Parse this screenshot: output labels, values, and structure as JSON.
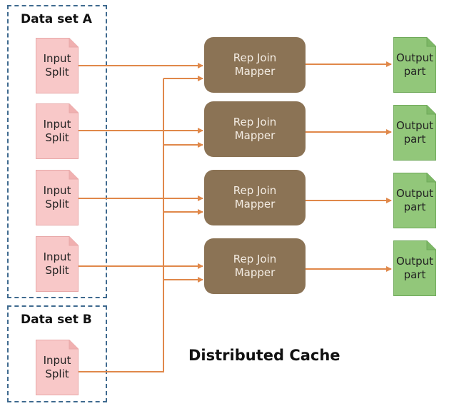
{
  "colors": {
    "group_border": "#3f6a8f",
    "input_fill": "#f8c8c8",
    "input_stroke": "#e8a8a8",
    "mapper_fill": "#8b7355",
    "mapper_text": "#f4ede4",
    "output_fill": "#92c77a",
    "output_stroke": "#6fa95a",
    "arrow": "#e0884a"
  },
  "dataset_a": {
    "title": "Data set A",
    "splits": [
      {
        "line1": "Input",
        "line2": "Split"
      },
      {
        "line1": "Input",
        "line2": "Split"
      },
      {
        "line1": "Input",
        "line2": "Split"
      },
      {
        "line1": "Input",
        "line2": "Split"
      }
    ]
  },
  "dataset_b": {
    "title": "Data set B",
    "splits": [
      {
        "line1": "Input",
        "line2": "Split"
      }
    ]
  },
  "mappers": [
    {
      "line1": "Rep Join",
      "line2": "Mapper"
    },
    {
      "line1": "Rep Join",
      "line2": "Mapper"
    },
    {
      "line1": "Rep Join",
      "line2": "Mapper"
    },
    {
      "line1": "Rep Join",
      "line2": "Mapper"
    }
  ],
  "outputs": [
    {
      "line1": "Output",
      "line2": "part"
    },
    {
      "line1": "Output",
      "line2": "part"
    },
    {
      "line1": "Output",
      "line2": "part"
    },
    {
      "line1": "Output",
      "line2": "part"
    }
  ],
  "caption": "Distributed Cache"
}
